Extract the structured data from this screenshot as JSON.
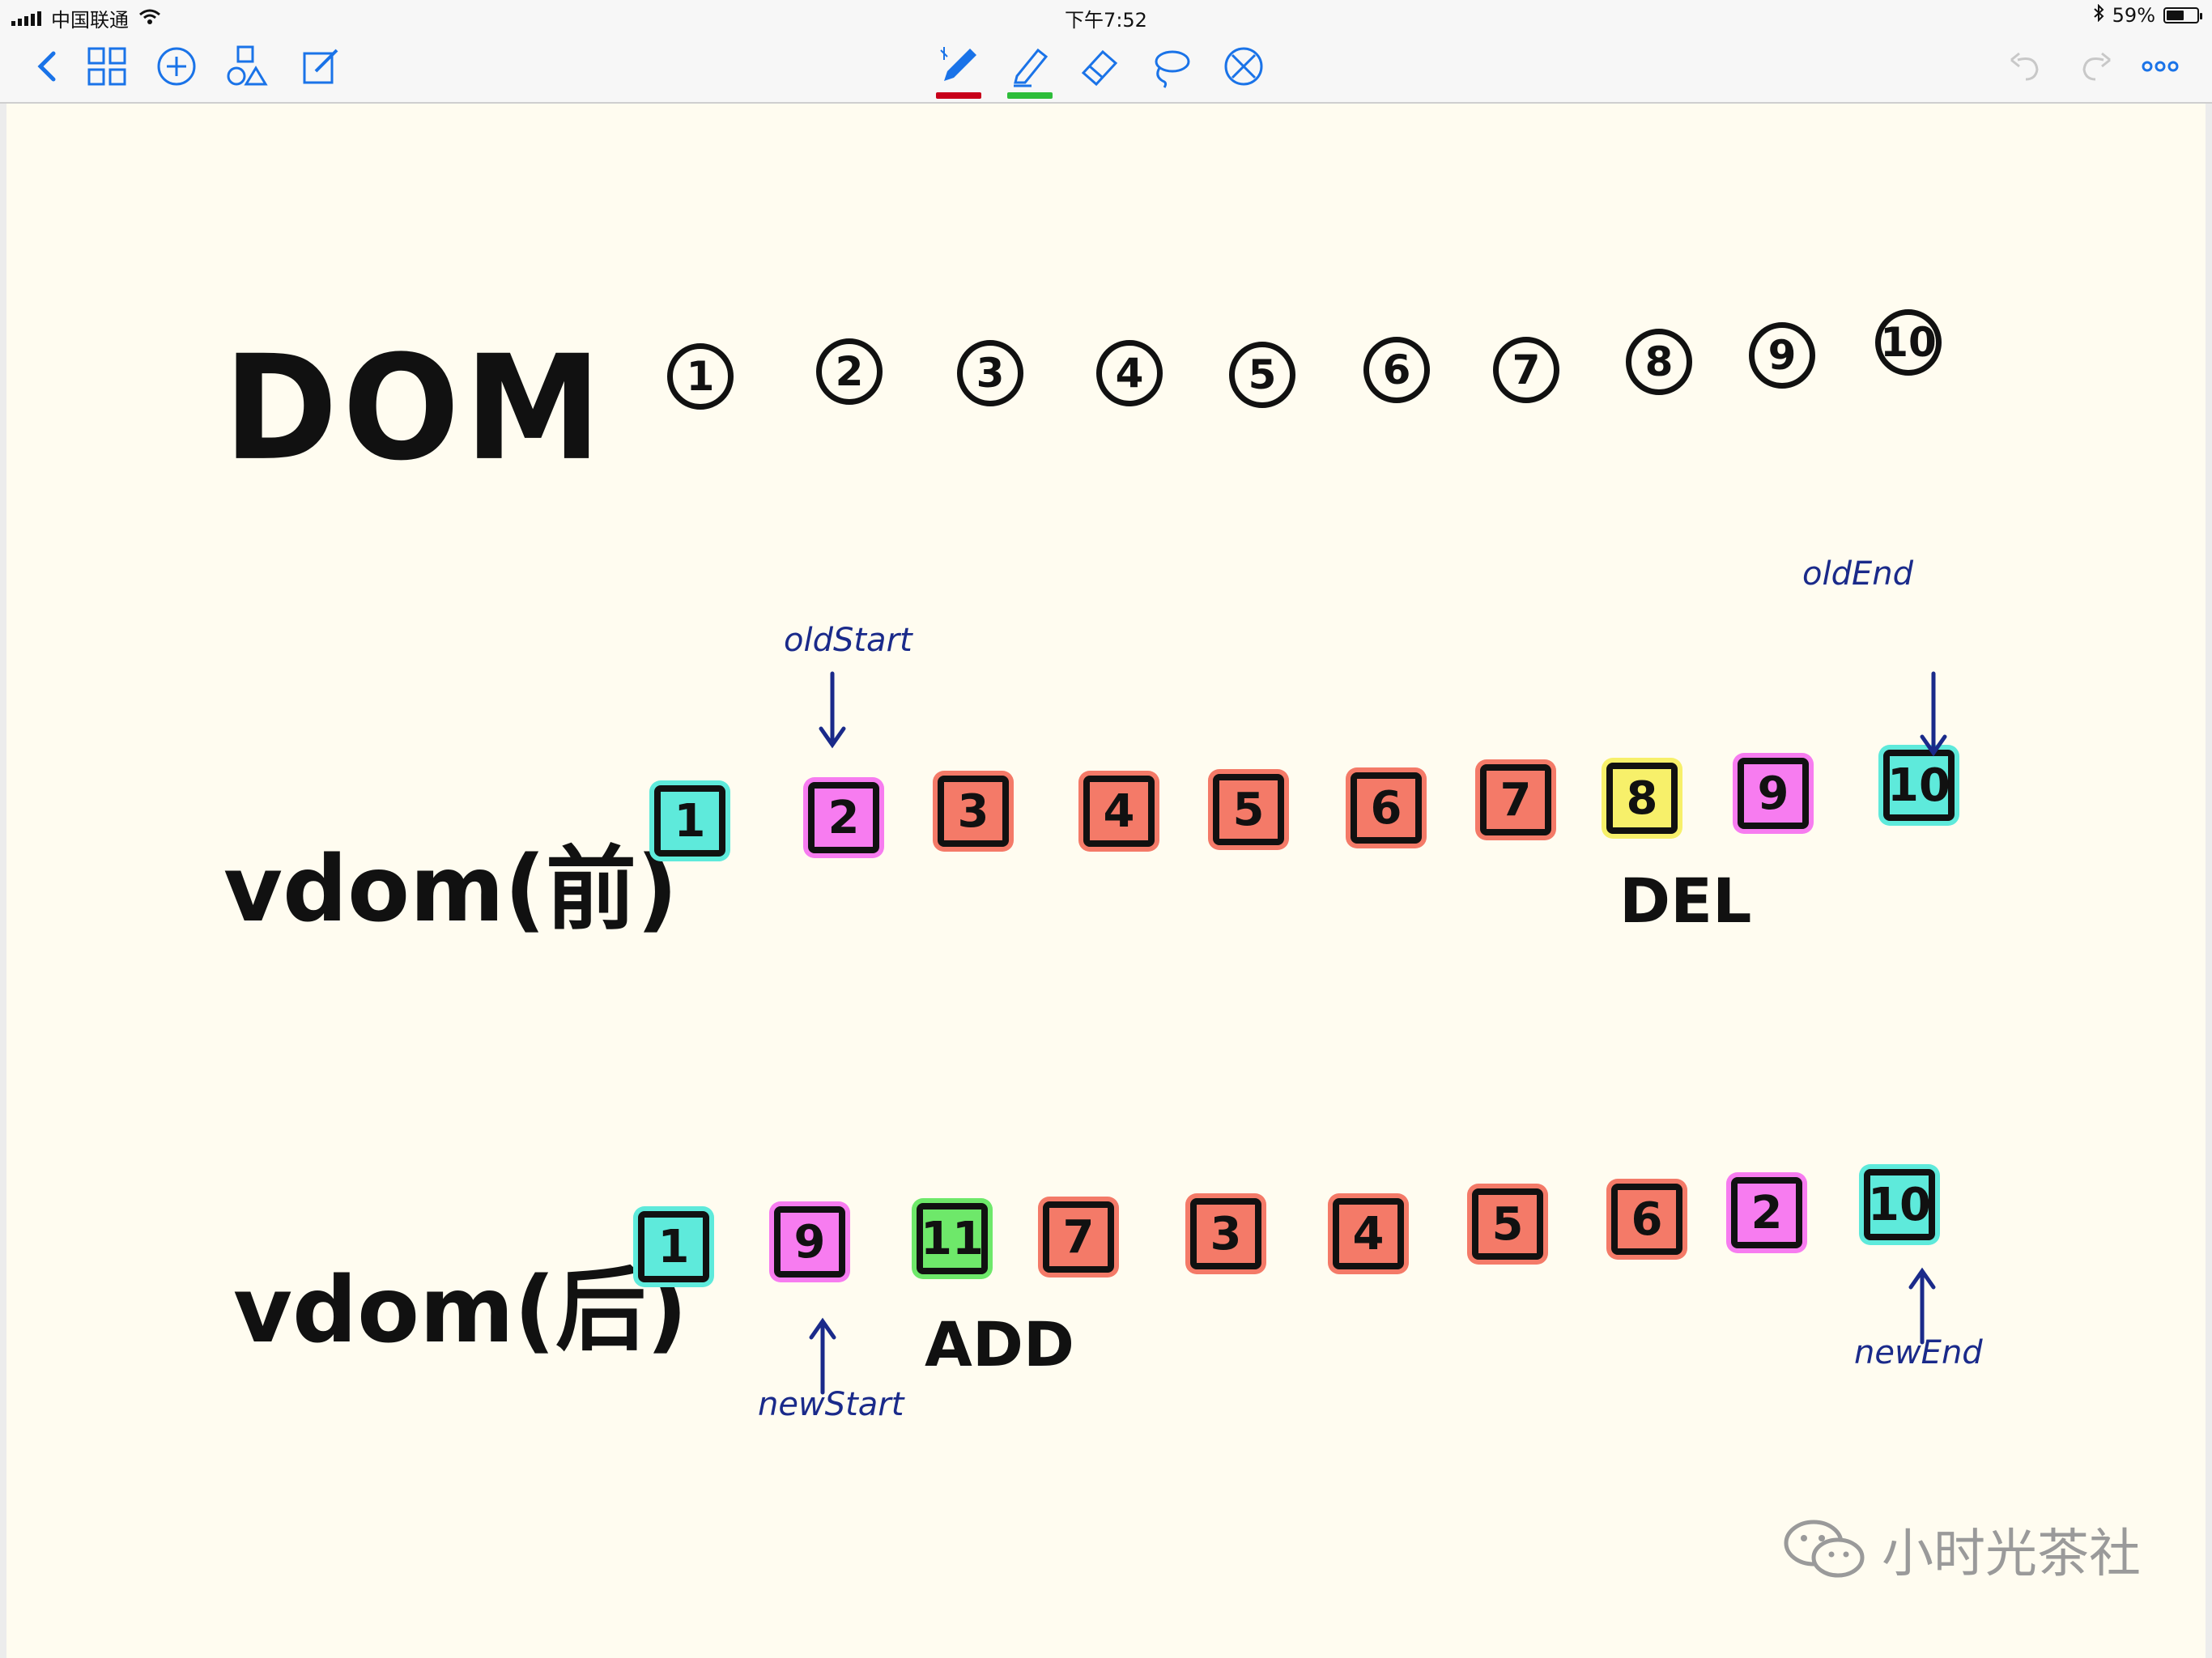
{
  "status_bar": {
    "carrier": "中国联通",
    "time": "下午7:52",
    "battery": "59%",
    "battery_level": 0.59
  },
  "toolbar": {
    "left_icons": [
      "back-icon",
      "grid-icon",
      "add-icon",
      "shapes-icon",
      "edit-icon"
    ],
    "center_icons": [
      "pen-icon",
      "highlighter-icon",
      "eraser-icon",
      "lasso-icon",
      "no-touch-icon"
    ],
    "right_icons": [
      "undo-icon",
      "redo-icon",
      "more-icon"
    ],
    "colors": {
      "accent": "#1a73e8",
      "pen_underline": "#c8001a",
      "highlighter_underline": "#2ebd3a"
    }
  },
  "notes": {
    "dom_label": "DOM",
    "dom_nodes": [
      "1",
      "2",
      "3",
      "4",
      "5",
      "6",
      "7",
      "8",
      "9",
      "10"
    ],
    "old_vdom_label": "vdom(前)",
    "old_vdom": [
      {
        "label": "1",
        "color": "#5eeadb"
      },
      {
        "label": "2",
        "color": "#f77cf0"
      },
      {
        "label": "3",
        "color": "#f47a68"
      },
      {
        "label": "4",
        "color": "#f47a68"
      },
      {
        "label": "5",
        "color": "#f47a68"
      },
      {
        "label": "6",
        "color": "#f47a68"
      },
      {
        "label": "7",
        "color": "#f47a68"
      },
      {
        "label": "8",
        "color": "#f7f06a"
      },
      {
        "label": "9",
        "color": "#f77cf0"
      },
      {
        "label": "10",
        "color": "#5eeadb"
      }
    ],
    "new_vdom_label": "vdom(后)",
    "new_vdom": [
      {
        "label": "1",
        "color": "#5eeadb"
      },
      {
        "label": "9",
        "color": "#f77cf0"
      },
      {
        "label": "11",
        "color": "#6ee86a"
      },
      {
        "label": "7",
        "color": "#f47a68"
      },
      {
        "label": "3",
        "color": "#f47a68"
      },
      {
        "label": "4",
        "color": "#f47a68"
      },
      {
        "label": "5",
        "color": "#f47a68"
      },
      {
        "label": "6",
        "color": "#f47a68"
      },
      {
        "label": "2",
        "color": "#f77cf0"
      },
      {
        "label": "10",
        "color": "#5eeadb"
      }
    ],
    "old_start": "oldStart",
    "old_end": "oldEnd",
    "new_start": "newStart",
    "new_end": "newEnd",
    "del_tag": "DEL",
    "add_tag": "ADD",
    "ink_blue": "#1a2a8a"
  },
  "watermark": "小时光茶社"
}
